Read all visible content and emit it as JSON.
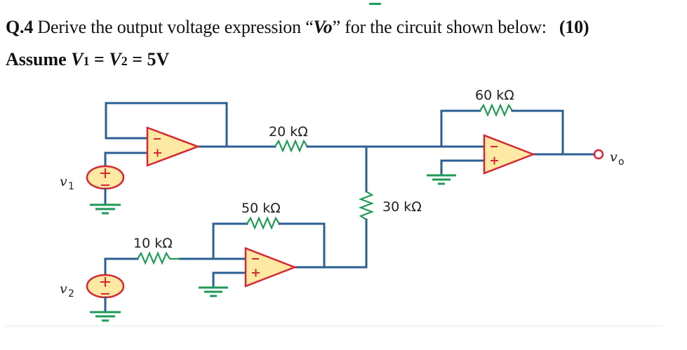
{
  "question": {
    "number": "Q.4",
    "text_before": " Derive the output voltage expression “",
    "variable": "Vo",
    "text_after": "” for the circuit shown below:",
    "marks": "(10)"
  },
  "assumption": {
    "prefix": "Assume ",
    "v1": "V",
    "v1_sub": "1",
    "eq1": " = ",
    "v2": "V",
    "v2_sub": "2",
    "eq2": " = 5V"
  },
  "circuit": {
    "resistors": {
      "r_20k": "20 kΩ",
      "r_60k": "60 kΩ",
      "r_50k": "50 kΩ",
      "r_30k": "30 kΩ",
      "r_10k": "10 kΩ"
    },
    "sources": {
      "v1_label": "v",
      "v1_sub": "1",
      "v2_label": "v",
      "v2_sub": "2"
    },
    "output": {
      "label": "v",
      "sub": "o"
    },
    "opamp_signs": {
      "minus": "−",
      "plus": "+"
    },
    "colors": {
      "wire": "#2a5f93",
      "resistor": "#1e9a55",
      "ground": "#1e9a55",
      "opamp_fill": "#fde9a3",
      "opamp_stroke": "#d52632"
    }
  }
}
